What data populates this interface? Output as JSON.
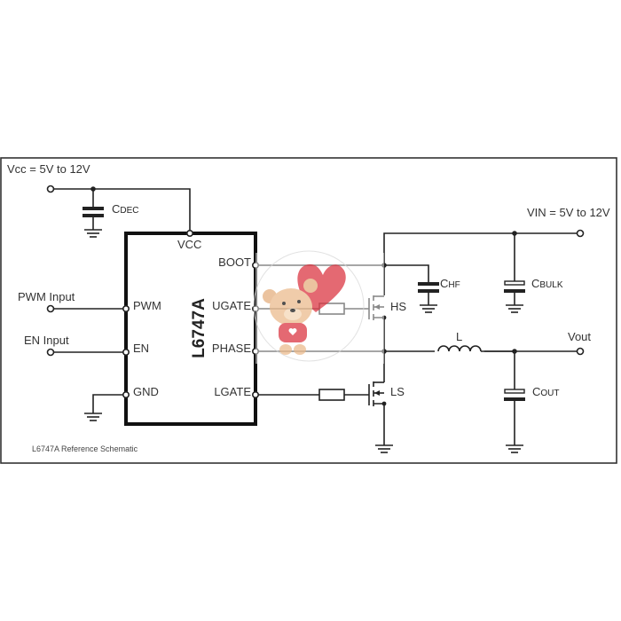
{
  "title": "L6747A Reference Schematic",
  "chip": {
    "name": "L6747A",
    "left_pins": [
      "PWM",
      "EN",
      "GND"
    ],
    "right_pins": [
      "BOOT",
      "UGATE",
      "PHASE",
      "LGATE"
    ],
    "top_pin": "VCC"
  },
  "supplies": {
    "vcc": {
      "main": "Vcc",
      "suffix": " = 5V to 12V"
    },
    "vin": {
      "main": "VIN",
      "suffix": " = 5V to 12V"
    }
  },
  "inputs": {
    "pwm": "PWM Input",
    "en": "EN Input"
  },
  "output": "Vout",
  "components": {
    "cdec": {
      "main": "C",
      "sub": "DEC"
    },
    "chf": {
      "main": "C",
      "sub": "HF"
    },
    "cbulk": {
      "main": "C",
      "sub": "BULK"
    },
    "cout": {
      "main": "C",
      "sub": "OUT"
    },
    "inductor": "L",
    "hs": "HS",
    "ls": "LS"
  },
  "caption": "L6747A Reference Schematic",
  "overlay": {
    "description": "teddy-bear-with-heart-balloon watermark"
  }
}
